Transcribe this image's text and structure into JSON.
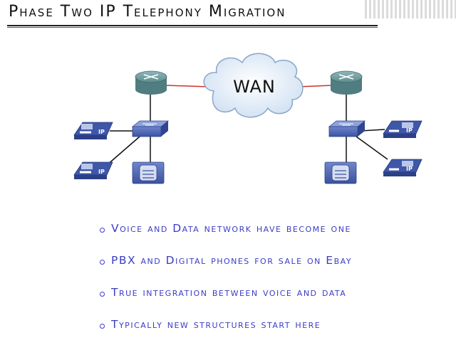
{
  "slide": {
    "title": "Phase Two IP Telephony Migration"
  },
  "diagram": {
    "cloud_label": "WAN",
    "phone_label": "IP",
    "link_color": "#d03030",
    "device_color": "#4a63b2",
    "router_color": "#5a8a8c"
  },
  "bullets": [
    "Voice and Data network have become one",
    "PBX and Digital phones for sale on Ebay",
    "True integration between voice and data",
    "Typically new structures start here"
  ]
}
